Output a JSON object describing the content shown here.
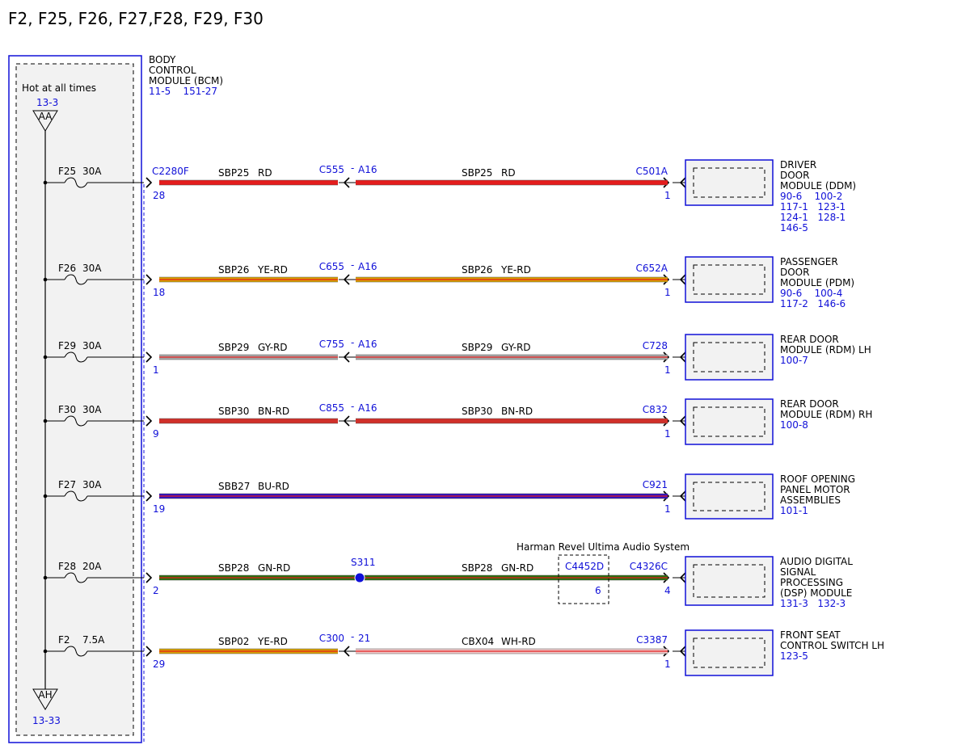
{
  "title": "F2, F25, F26, F27,F28, F29, F30",
  "bcm": {
    "label_lines": [
      "BODY",
      "CONTROL",
      "MODULE (BCM)"
    ],
    "refs": "11-5    151-27",
    "hot_label": "Hot at all times",
    "top_ref": "13-3",
    "top_tag": "AA",
    "bottom_tag": "AH",
    "bottom_ref": "13-33",
    "connector": "C2280F"
  },
  "colors": {
    "RD": "#e41d1d",
    "YE-RD": "#d9a000",
    "GY-RD": "#a8a8a8",
    "BN-RD": "#d0302a",
    "BU-RD": "#3010c0",
    "GN-RD": "#2a6e0e",
    "WH-RD": "#f0c8c8",
    "frame": "#1010d8",
    "ref": "#1010d8"
  },
  "fuses": [
    {
      "fuse": "F25",
      "amps": "30A"
    },
    {
      "fuse": "F26",
      "amps": "30A"
    },
    {
      "fuse": "F29",
      "amps": "30A"
    },
    {
      "fuse": "F30",
      "amps": "30A"
    },
    {
      "fuse": "F27",
      "amps": "30A"
    },
    {
      "fuse": "F28",
      "amps": "20A"
    },
    {
      "fuse": "F2",
      "amps": "7.5A"
    }
  ],
  "circuits": [
    {
      "bcm_pin": "28",
      "left": {
        "circuit": "SBP25",
        "color": "RD"
      },
      "inline": {
        "connector": "C555",
        "pin": "A16"
      },
      "right": {
        "circuit": "SBP25",
        "color": "RD"
      },
      "device_connector": "C501A",
      "device_pin": "1",
      "module_lines": [
        "DRIVER",
        "DOOR",
        "MODULE (DDM)"
      ],
      "module_refs": [
        "90-6    100-2",
        "117-1   123-1",
        "124-1   128-1",
        "146-5"
      ]
    },
    {
      "bcm_pin": "18",
      "left": {
        "circuit": "SBP26",
        "color": "YE-RD"
      },
      "inline": {
        "connector": "C655",
        "pin": "A16"
      },
      "right": {
        "circuit": "SBP26",
        "color": "YE-RD"
      },
      "device_connector": "C652A",
      "device_pin": "1",
      "module_lines": [
        "PASSENGER",
        "DOOR",
        "MODULE (PDM)"
      ],
      "module_refs": [
        "90-6    100-4",
        "117-2   146-6"
      ]
    },
    {
      "bcm_pin": "1",
      "left": {
        "circuit": "SBP29",
        "color": "GY-RD"
      },
      "inline": {
        "connector": "C755",
        "pin": "A16"
      },
      "right": {
        "circuit": "SBP29",
        "color": "GY-RD"
      },
      "device_connector": "C728",
      "device_pin": "1",
      "module_lines": [
        "REAR DOOR",
        "MODULE (RDM) LH"
      ],
      "module_refs": [
        "100-7"
      ]
    },
    {
      "bcm_pin": "9",
      "left": {
        "circuit": "SBP30",
        "color": "BN-RD"
      },
      "inline": {
        "connector": "C855",
        "pin": "A16"
      },
      "right": {
        "circuit": "SBP30",
        "color": "BN-RD"
      },
      "device_connector": "C832",
      "device_pin": "1",
      "module_lines": [
        "REAR DOOR",
        "MODULE (RDM) RH"
      ],
      "module_refs": [
        "100-8"
      ]
    },
    {
      "bcm_pin": "19",
      "left": {
        "circuit": "SBB27",
        "color": "BU-RD"
      },
      "device_connector": "C921",
      "device_pin": "1",
      "module_lines": [
        "ROOF OPENING",
        "PANEL MOTOR",
        "ASSEMBLIES"
      ],
      "module_refs": [
        "101-1"
      ]
    },
    {
      "bcm_pin": "2",
      "left": {
        "circuit": "SBP28",
        "color": "GN-RD"
      },
      "splice": "S311",
      "right": {
        "circuit": "SBP28",
        "color": "GN-RD"
      },
      "option_label": "Harman Revel Ultima Audio System",
      "option_connector": "C4452D",
      "option_pin": "6",
      "device_connector": "C4326C",
      "device_pin": "4",
      "module_lines": [
        "AUDIO DIGITAL",
        "SIGNAL",
        "PROCESSING",
        "(DSP) MODULE"
      ],
      "module_refs": [
        "131-3   132-3"
      ]
    },
    {
      "bcm_pin": "29",
      "left": {
        "circuit": "SBP02",
        "color": "YE-RD"
      },
      "inline": {
        "connector": "C300",
        "pin": "21"
      },
      "right": {
        "circuit": "CBX04",
        "color": "WH-RD"
      },
      "device_connector": "C3387",
      "device_pin": "1",
      "module_lines": [
        "FRONT SEAT",
        "CONTROL SWITCH LH"
      ],
      "module_refs": [
        "123-5"
      ]
    }
  ]
}
